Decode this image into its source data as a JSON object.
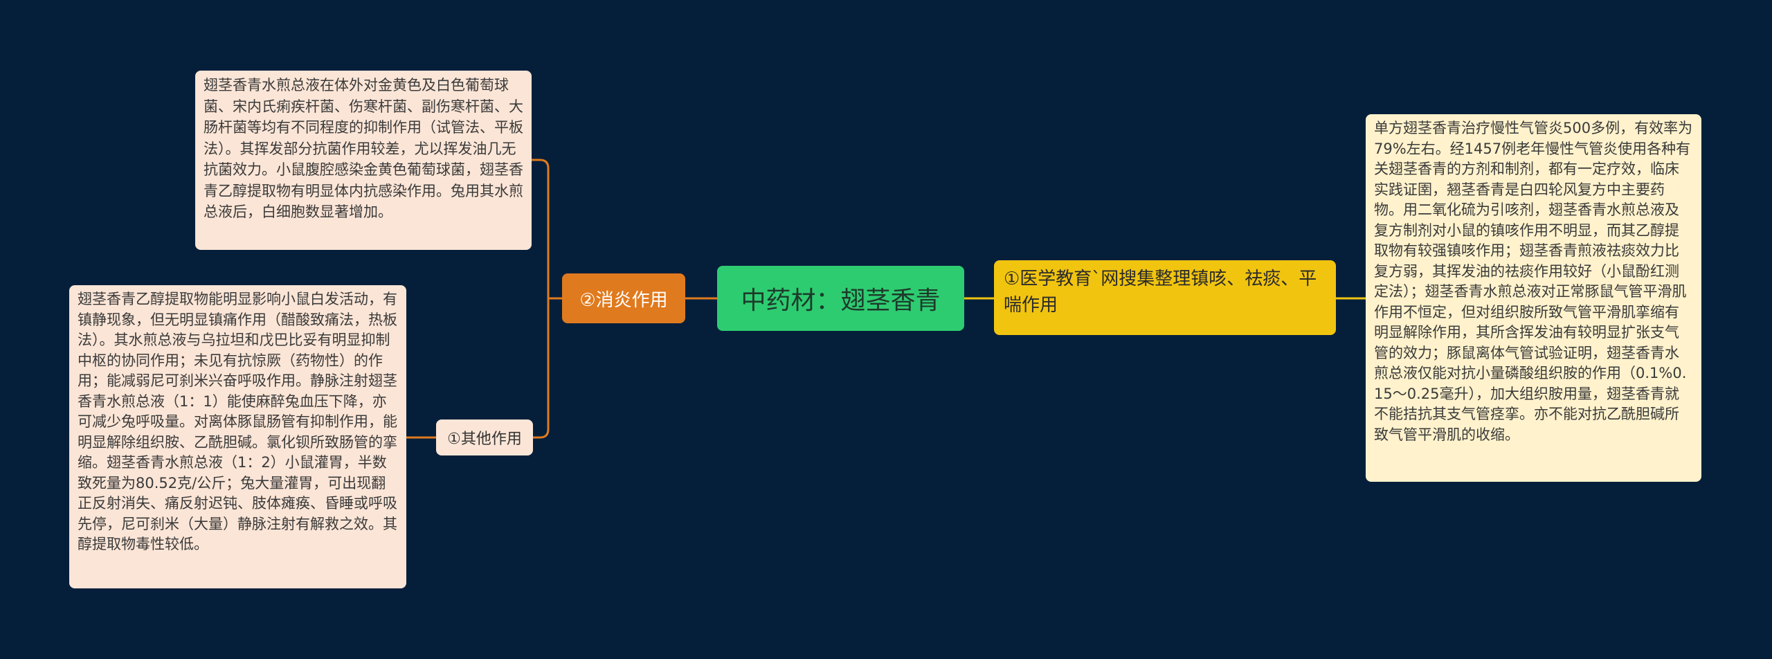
{
  "colors": {
    "background": "#051f3b",
    "root": "#2ecc71",
    "branch_left": "#e07a1e",
    "branch_right": "#f1c40f",
    "leaf_left": "#fbe5d6",
    "leaf_right": "#fff2cc",
    "connector_left": "#e07a1e",
    "connector_right": "#f1c40f"
  },
  "root": {
    "label": "中药材：翅茎香青"
  },
  "branches": {
    "anti_inflammatory": {
      "label": "②消炎作用",
      "leaf": "翅茎香青水煎总液在体外对金黄色及白色葡萄球菌、宋内氏痢疾杆菌、伤寒杆菌、副伤寒杆菌、大肠杆菌等均有不同程度的抑制作用（试管法、平板法）。其挥发部分抗菌作用较差，尤以挥发油几无抗菌效力。小鼠腹腔感染金黄色葡萄球菌，翅茎香青乙醇提取物有明显体内抗感染作用。兔用其水煎总液后，白细胞数显著增加。"
    },
    "other_effects": {
      "label": "①其他作用",
      "leaf": "翅茎香青乙醇提取物能明显影响小鼠白发活动，有镇静现象，但无明显镇痛作用（醋酸致痛法，热板法）。其水煎总液与乌拉坦和戊巴比妥有明显抑制中枢的协同作用；未见有抗惊厥（药物性）的作用；能减弱尼可刹米兴奋呼吸作用。静脉注射翅茎香青水煎总液（1：1）能使麻醉兔血压下降，亦可减少兔呼吸量。对离体豚鼠肠管有抑制作用，能明显解除组织胺、乙酰胆碱。氯化钡所致肠管的挛缩。翅茎香青水煎总液（1：2）小鼠灌胃，半数致死量为80.52克/公斤；兔大量灌胃，可出现翻正反射消失、痛反射迟钝、肢体瘫痪、昏睡或呼吸先停，尼可刹米（大量）静脉注射有解救之效。其醇提取物毒性较低。"
    },
    "antitussive": {
      "label": "①医学教育`网搜集整理镇咳、祛痰、平喘作用",
      "leaf": "单方翅茎香青治疗慢性气管炎500多例，有效率为79%左右。经1457例老年慢性气管炎使用各种有关翅茎香青的方剂和制剂，都有一定疗效，临床实践证圉，翘茎香青是白四轮风复方中主要药物。用二氧化硫为引咳剂，翅茎香青水煎总液及复方制剂对小鼠的镇咳作用不明显，而其乙醇提取物有较强镇咳作用；翅茎香青煎液祛痰效力比复方弱，其挥发油的祛痰作用较好（小鼠酚红测定法）；翅茎香青水煎总液对正常豚鼠气管平滑肌作用不恒定，但对组织胺所致气管平滑肌挛缩有明显解除作用，其所含挥发油有较明显扩张支气管的效力；豚鼠离体气管试验证明，翅茎香青水煎总液仅能对抗小量磷酸组织胺的作用（0.1%0.15～0.25毫升），加大组织胺用量，翅茎香青就不能拮抗其支气管痉挛。亦不能对抗乙酰胆碱所致气管平滑肌的收缩。"
    }
  }
}
